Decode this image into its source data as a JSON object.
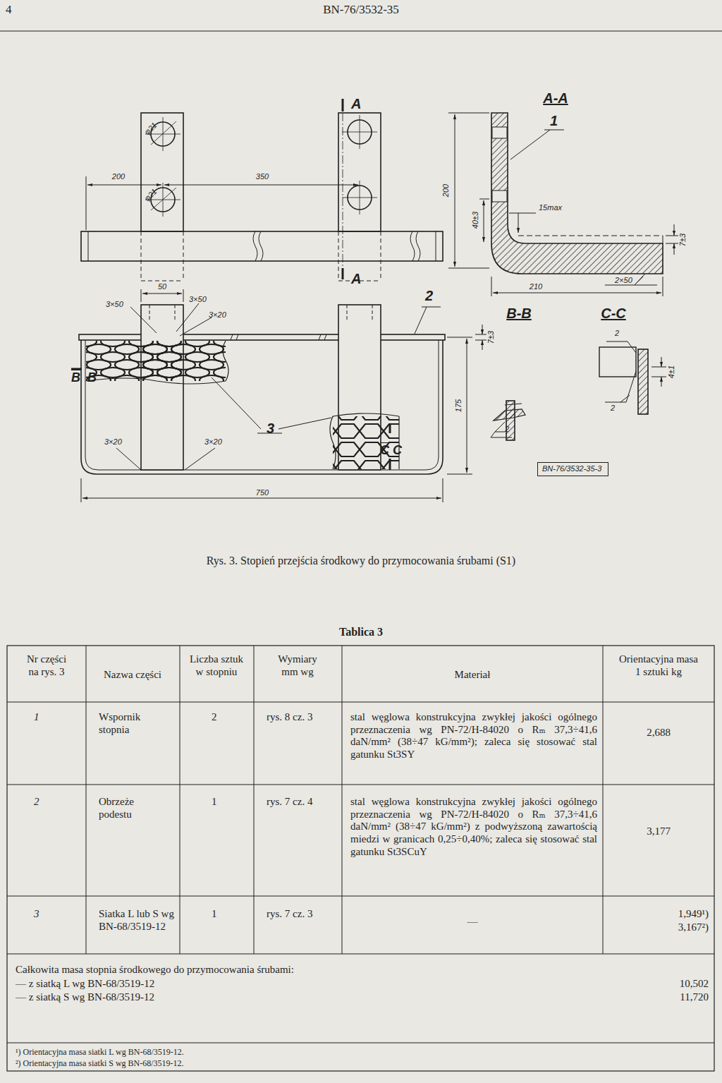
{
  "diagram": {
    "caption": "Rys. 3. Stopień przejścia środkowy do przymocowania śrubami (S1)",
    "nodes": [
      {
        "text": [
          "BN-76/3532-35-3"
        ]
      }
    ],
    "labels": [
      "4",
      "BN-76/3532-35",
      "φ21",
      "φ21",
      "200",
      "350",
      "A",
      "A",
      "A-A",
      "1",
      "200",
      "40±3",
      "15max",
      "7±3",
      "2×50",
      "210",
      "50",
      "3×50",
      "3×50",
      "3×20",
      "2",
      "B",
      "B",
      "B-B",
      "C-C",
      "2",
      "7±3",
      "2",
      "175",
      "4±1",
      "2",
      "3",
      "3×20",
      "3×20",
      "C",
      "C",
      "750",
      "Tablica 3",
      "Nr części na rys. 3",
      "Nazwa części",
      "Liczba sztuk w stopniu",
      "Wymiary mm wg",
      "Materiał",
      "Orientacyjna masa 1 sztuki kg",
      "1",
      "Wspornik stopnia",
      "2",
      "rys. 8 cz. 3",
      "stal węglowa konstrukcyjna zwykłej jakości ogólnego przeznaczenia wg PN-72/H-84020 o Rₘ 37,3÷41,6 daN/mm² (38÷47 kG/mm²); zaleca się stosować stal gatunku St3SY",
      "2,688",
      "2",
      "Obrzeże podestu",
      "1",
      "rys. 7 cz. 4",
      "stal węglowa konstrukcyjna zwykłej jakości ogólnego przeznaczenia wg PN-72/H-84020 o Rₘ 37,3÷41,6 daN/mm² (38÷47 kG/mm²) z podwyższoną zawartością miedzi w granicach 0,25÷0,40%; zaleca się stosować stal gatunku St3SCuY",
      "3,177",
      "3",
      "Siatka L lub S wg BN-68/3519-12",
      "1",
      "rys. 7 cz. 3",
      "—",
      "1,949¹)",
      "3,167²)",
      "Całkowita masa stopnia środkowego do przymocowania śrubami:",
      "— z siatką L wg BN-68/3519-12",
      "— z siatką S wg BN-68/3519-12",
      "10,502",
      "11,720",
      "¹) Orientacyjna masa siatki L wg BN-68/3519-12.",
      "²) Orientacyjna masa siatki S wg BN-68/3519-12."
    ]
  }
}
